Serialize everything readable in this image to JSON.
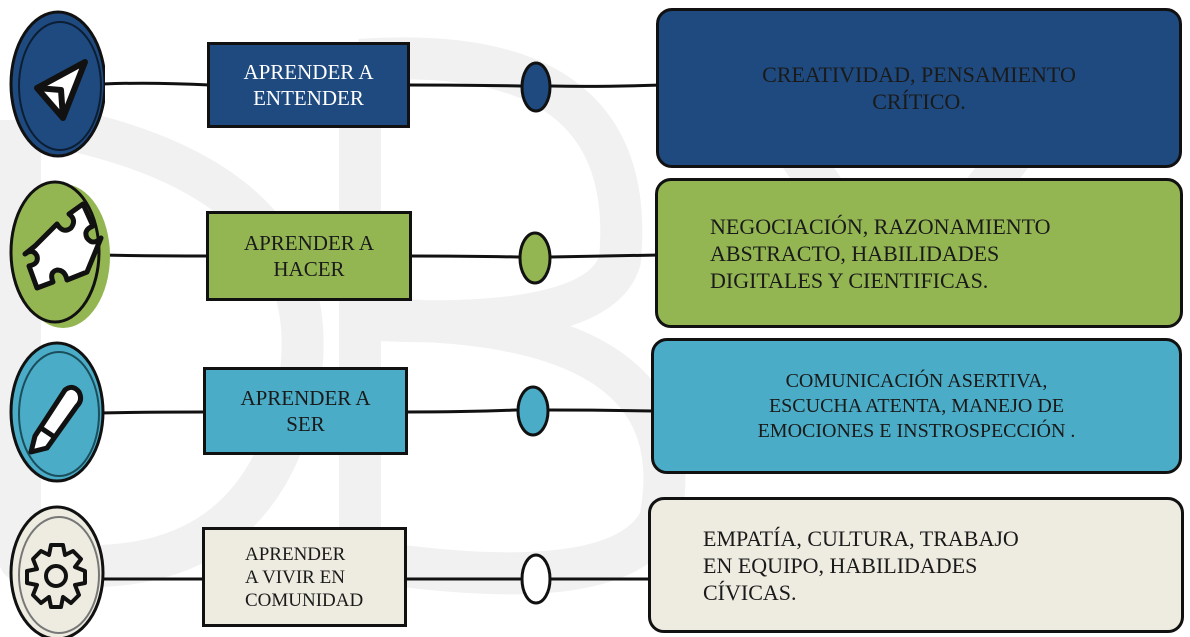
{
  "colors": {
    "navy": "#1e4a80",
    "green": "#93b653",
    "teal": "#4aacc6",
    "beige": "#eeece1",
    "line": "#111111"
  },
  "rows": [
    {
      "key": "entender",
      "icon": "paper-plane-icon",
      "color": "#1e4a80",
      "label": "APRENDER A\nENTENDER",
      "skills": "CREATIVIDAD, PENSAMIENTO\nCRÍTICO."
    },
    {
      "key": "hacer",
      "icon": "puzzle-icon",
      "color": "#93b653",
      "label": "APRENDER A\nHACER",
      "skills": "NEGOCIACIÓN, RAZONAMIENTO\nABSTRACTO, HABILIDADES\nDIGITALES Y CIENTIFICAS."
    },
    {
      "key": "ser",
      "icon": "pencil-icon",
      "color": "#4aacc6",
      "label": "APRENDER A\nSER",
      "skills": "COMUNICACIÓN ASERTIVA,\nESCUCHA ATENTA, MANEJO DE\nEMOCIONES E INSTROSPECCIÓN ."
    },
    {
      "key": "vivir",
      "icon": "gear-icon",
      "color": "#eeece1",
      "label": "APRENDER\nA VIVIR EN\nCOMUNIDAD",
      "skills": "EMPATÍA, CULTURA, TRABAJO\nEN EQUIPO, HABILIDADES\nCÍVICAS."
    }
  ]
}
